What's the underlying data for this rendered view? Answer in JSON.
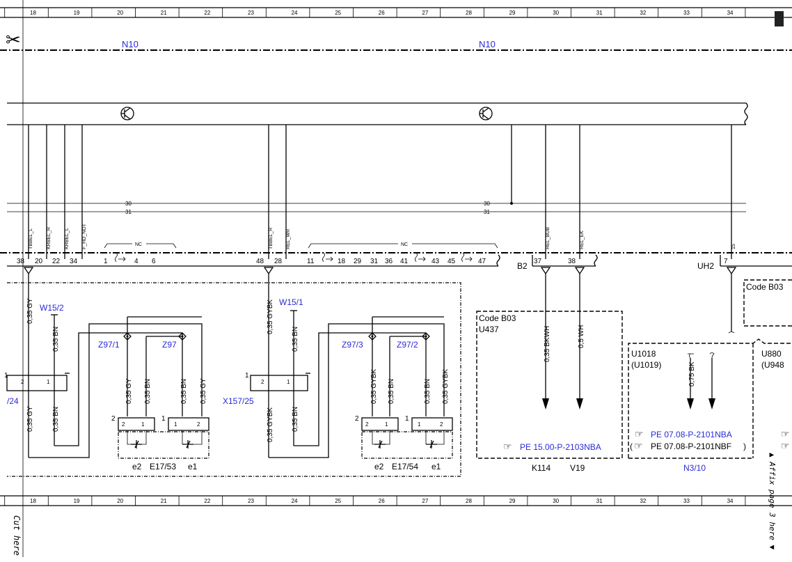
{
  "grid_numbers": [
    "18",
    "19",
    "20",
    "21",
    "22",
    "23",
    "24",
    "25",
    "26",
    "27",
    "28",
    "29",
    "30",
    "31",
    "32",
    "33",
    "34"
  ],
  "cut_here": "Cut here",
  "affix_text": "▲ Affix page 3 here ▼",
  "components": {
    "n10_left": "N10",
    "n10_right": "N10",
    "b2": "B2",
    "uh2": "UH2",
    "z97_1": "Z97/1",
    "z97": "Z97",
    "z97_3": "Z97/3",
    "z97_2": "Z97/2",
    "w15_2": "W15/2",
    "w15_1": "W15/1",
    "x157_25": "X157/25",
    "x24": "/24",
    "e17_53": "E17/53",
    "e17_54": "E17/54",
    "e2a": "e2",
    "e1a": "e1",
    "e2b": "e2",
    "e1b": "e1",
    "k114": "K114",
    "v19": "V19",
    "n3_10": "N3/10"
  },
  "bus_lines": {
    "l30": "30",
    "l31": "31",
    "nc": "NC"
  },
  "signals": [
    "TBBEL_L",
    "KRBEL_R",
    "KRBEL_L",
    "F_HD_NOT",
    "TBBEL_R",
    "REL_WR",
    "REL_BUB",
    "REL_EK",
    "15"
  ],
  "pins": {
    "p38": "38",
    "p20": "20",
    "p22": "22",
    "p34": "34",
    "p1": "1",
    "p4": "4",
    "p6": "6",
    "p48": "48",
    "p28": "28",
    "p11": "11",
    "p18": "18",
    "p29": "29",
    "p31": "31",
    "p36": "36",
    "p41": "41",
    "p43": "43",
    "p45": "45",
    "p47": "47",
    "p37": "37",
    "p38b": "38",
    "p7": "7",
    "c1": "1",
    "c2": "2"
  },
  "wires": {
    "gy": "0,35 GY",
    "bn": "0,35 BN",
    "gybk": "0,35 GYBK",
    "bkwh": "0,35 BKWH",
    "wh": "0,5 WH",
    "bk075": "0,75 BK"
  },
  "code_boxes": {
    "b03_left_title": "Code B03",
    "b03_left_sub": "U437",
    "b03_right_title": "Code B03",
    "u1018": "U1018",
    "u1019": "(U1019)",
    "u880": "U880",
    "u948": "(U948"
  },
  "refs": {
    "pe_15": "PE 15.00-P-2103NBA",
    "pe_07a": "PE 07.08-P-2101NBA",
    "pe_07b": "PE 07.08-P-2101NBF",
    "paren_open": "(",
    "paren_close": ")"
  },
  "icons": {
    "scissors": "✂",
    "finger": "☞"
  }
}
